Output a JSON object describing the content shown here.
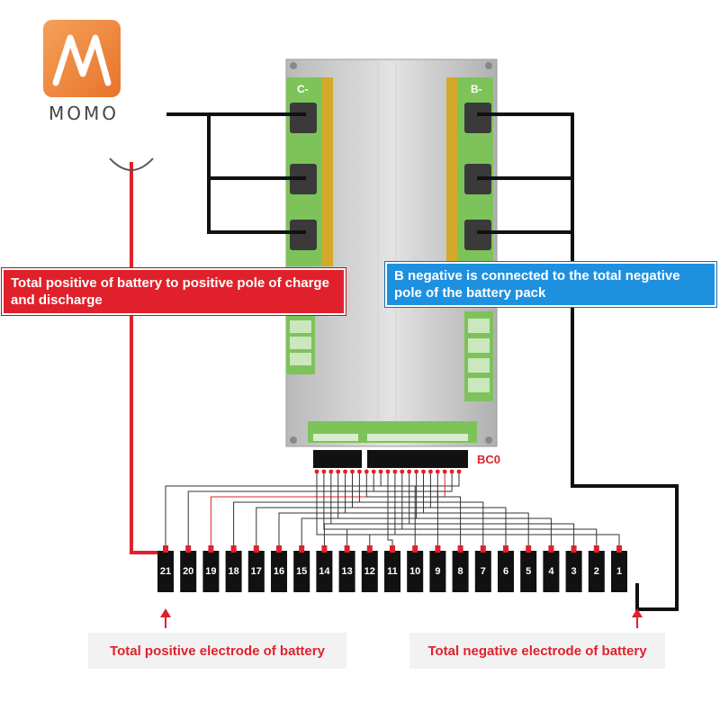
{
  "logo": {
    "text": "MOMO",
    "color": "#ee8a3c"
  },
  "board": {
    "c_minus_label": "C-",
    "b_minus_label": "B-",
    "connector_label": "BC0"
  },
  "callouts": {
    "positive": "Total positive of battery to positive pole of charge and discharge",
    "negative": "B negative is connected to the total negative pole of the battery pack"
  },
  "bottom_labels": {
    "positive": "Total positive electrode of battery",
    "negative": "Total negative electrode of battery"
  },
  "cells": [
    "21",
    "20",
    "19",
    "18",
    "17",
    "16",
    "15",
    "14",
    "13",
    "12",
    "11",
    "10",
    "9",
    "8",
    "7",
    "6",
    "5",
    "4",
    "3",
    "2",
    "1"
  ],
  "colors": {
    "red": "#e0212b",
    "blue": "#1e90e0",
    "green_pcb": "#7dc35a"
  }
}
